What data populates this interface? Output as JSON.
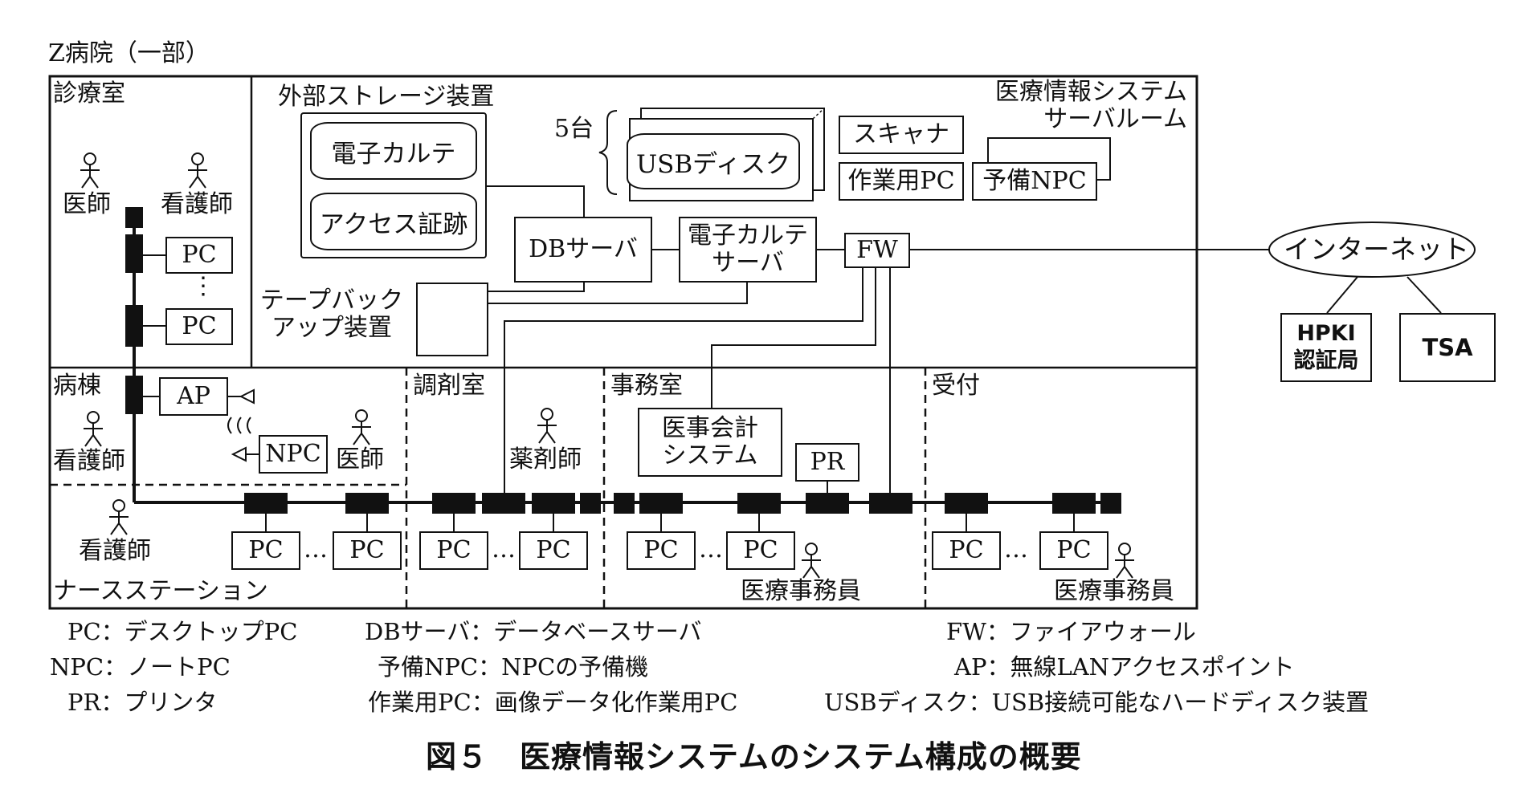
{
  "hospital_title": "Z病院（一部）",
  "rooms": {
    "shinsatsu": "診療室",
    "byoto": "病棟",
    "nurse_station": "ナースステーション",
    "chozai": "調剤室",
    "jimu": "事務室",
    "uketsuke": "受付",
    "server_room": "医療情報システム\nサーバルーム"
  },
  "people": {
    "doctor": "医師",
    "nurse": "看護師",
    "pharmacist": "薬剤師",
    "clerk": "医療事務員"
  },
  "devices": {
    "external_storage": "外部ストレージ装置",
    "ehr_data": "電子カルテ",
    "access_log": "アクセス証跡",
    "usb_count": "5台",
    "usb_disk": "USBディスク",
    "scanner": "スキャナ",
    "work_pc": "作業用PC",
    "spare_npc": "予備NPC",
    "db_server": "DBサーバ",
    "ehr_server": "電子カルテ\nサーバ",
    "fw": "FW",
    "internet": "インターネット",
    "hpki": "HPKI\n認証局",
    "tsa": "TSA",
    "tape_backup": "テープバック\nアップ装置",
    "pc": "PC",
    "ap": "AP",
    "npc": "NPC",
    "pr": "PR",
    "accounting": "医事会計\nシステム",
    "ellipsis_h": "…",
    "ellipsis_v": "⋮"
  },
  "legend": {
    "pc": "PC：デスクトップPC",
    "npc": "NPC：ノートPC",
    "pr": "PR：プリンタ",
    "db": "DBサーバ：データベースサーバ",
    "spare": "予備NPC：NPCの予備機",
    "work": "作業用PC：画像データ化作業用PC",
    "fw": "FW：ファイアウォール",
    "ap": "AP：無線LANアクセスポイント",
    "usb": "USBディスク：USB接続可能なハードディスク装置"
  },
  "caption": "図５　医療情報システムのシステム構成の概要",
  "colors": {
    "line": "#111111",
    "background": "#ffffff"
  }
}
